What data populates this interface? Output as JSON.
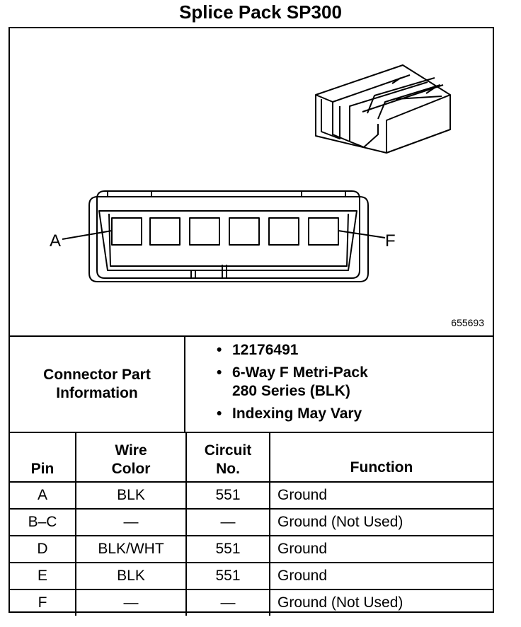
{
  "title": "Splice Pack SP300",
  "drawing": {
    "pin_label_left": "A",
    "pin_label_right": "F",
    "figure_id": "655693"
  },
  "connector_info": {
    "label_line1": "Connector Part",
    "label_line2": "Information",
    "items": [
      {
        "line1": "12176491",
        "line2": ""
      },
      {
        "line1": "6-Way F Metri-Pack",
        "line2": "280 Series (BLK)"
      },
      {
        "line1": "Indexing May Vary",
        "line2": ""
      }
    ]
  },
  "table": {
    "headers": {
      "pin": "Pin",
      "wire_color_1": "Wire",
      "wire_color_2": "Color",
      "circuit_1": "Circuit",
      "circuit_2": "No.",
      "function": "Function"
    },
    "rows": [
      {
        "pin": "A",
        "wire_color": "BLK",
        "circuit": "551",
        "function": "Ground"
      },
      {
        "pin": "B–C",
        "wire_color": "—",
        "circuit": "—",
        "function": "Ground (Not Used)"
      },
      {
        "pin": "D",
        "wire_color": "BLK/WHT",
        "circuit": "551",
        "function": "Ground"
      },
      {
        "pin": "E",
        "wire_color": "BLK",
        "circuit": "551",
        "function": "Ground"
      },
      {
        "pin": "F",
        "wire_color": "—",
        "circuit": "—",
        "function": "Ground (Not Used)"
      }
    ]
  }
}
